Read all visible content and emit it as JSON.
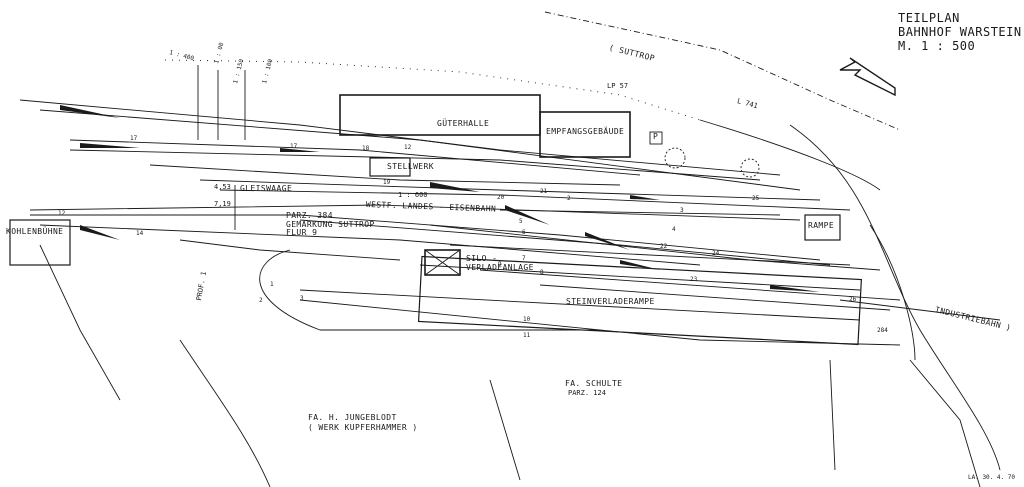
{
  "title": {
    "line1": "TEILPLAN",
    "line2": "BAHNHOF WARSTEIN",
    "line3": "M. 1 : 500"
  },
  "labels": {
    "suttrop_top": "( SUTTROP",
    "lp57": "LP 57",
    "l741": "L 741",
    "gueterhalle": "GÜTERHALLE",
    "empfangsgebaeude": "EMPFANGSGEBÄUDE",
    "parking": "P",
    "stellwerk": "STELLWERK",
    "gleiswaage": "GLEISWAAGE",
    "parz384": "PARZ. 384",
    "gemarkung": "GEMARKUNG SUTTROP",
    "flur": "FLUR 9",
    "railway": "WESTF. LANDES - EISENBAHN",
    "scale_small": "1 : 600",
    "kohlenbuehne": "KOHLENBÜHNE",
    "silo": "SILO -",
    "verladeanlage": "VERLADEANLAGE",
    "steinverladerampe": "STEINVERLADERAMPE",
    "rampe": "RAMPE",
    "industriebahn": "INDUSTRIEBAHN )",
    "schulte": "FA. SCHULTE",
    "parz124": "PARZ. 124",
    "jungebloedt": "FA. H. JUNGEBLODT",
    "werk": "( WERK  KUPFERHAMMER )",
    "prof": "PROF. 1",
    "dim_453": "4,53",
    "dim_719": "7,19",
    "scale_400": "1 : 400",
    "scale_00": "1 : 00",
    "scale_150": "1 : 150",
    "scale_100": "1 : 100",
    "date": "LA. 30. 4. 70"
  },
  "track_numbers": [
    "17",
    "17",
    "18",
    "12",
    "19",
    "20",
    "21",
    "2",
    "25",
    "12",
    "14",
    "5",
    "3",
    "6",
    "22",
    "4",
    "7",
    "8",
    "23",
    "24",
    "9",
    "26",
    "10",
    "11",
    "284",
    "1",
    "2",
    "3"
  ],
  "colors": {
    "ink": "#1a1a1a",
    "paper": "#ffffff"
  }
}
